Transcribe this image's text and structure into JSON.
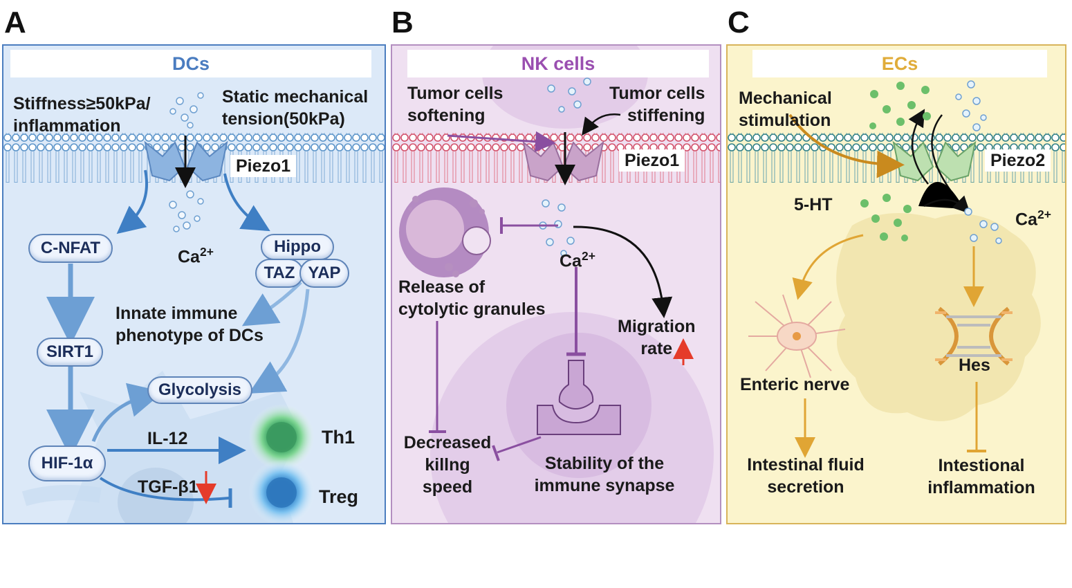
{
  "panels": [
    {
      "letter": "A",
      "title": "DCs",
      "title_color": "#4a7cc0"
    },
    {
      "letter": "B",
      "title": "NK cells",
      "title_color": "#9a4fb0"
    },
    {
      "letter": "C",
      "title": "ECs",
      "title_color": "#e0ac3a"
    }
  ],
  "panelA": {
    "stimulus_left": [
      "Stiffness≥50kPa/",
      "inflammation"
    ],
    "stimulus_right": [
      "Static mechanical",
      "tension(50kPa)"
    ],
    "channel": "Piezo1",
    "ion": "Ca",
    "ion_charge": "2+",
    "nodes": {
      "cnfat": "C-NFAT",
      "hippo": "Hippo",
      "taz": "TAZ",
      "yap": "YAP",
      "sirt1": "SIRT1",
      "glycolysis": "Glycolysis",
      "hif": "HIF-1α"
    },
    "innate": [
      "Innate immune",
      "phenotype of DCs"
    ],
    "il12": "IL-12",
    "tgf": "TGF-β1",
    "th1": "Th1",
    "treg": "Treg"
  },
  "panelB": {
    "softening": [
      "Tumor cells",
      "softening"
    ],
    "stiffening": [
      "Tumor cells",
      "stiffening"
    ],
    "channel": "Piezo1",
    "ion": "Ca",
    "ion_charge": "2+",
    "release": [
      "Release of",
      "cytolytic granules"
    ],
    "migration": [
      "Migration",
      "rate"
    ],
    "decreased": [
      "Decreased",
      "killng",
      "speed"
    ],
    "stability": [
      "Stability of the",
      "immune synapse"
    ]
  },
  "panelC": {
    "mechanical": [
      "Mechanical",
      "stimulation"
    ],
    "channel": "Piezo2",
    "serotonin": "5-HT",
    "ion": "Ca",
    "ion_charge": "2+",
    "enteric": "Enteric nerve",
    "hes": "Hes",
    "fluid": [
      "Intestinal fluid",
      "secretion"
    ],
    "inflammation": [
      "Intestional",
      "inflammation"
    ]
  },
  "colors": {
    "membrane_blue": "#5b94c9",
    "membrane_red": "#d2506a",
    "membrane_teal": "#2f7f86",
    "arrow_blue": "#3f7fc4",
    "arrow_purple": "#8a4fa0",
    "arrow_gold": "#e0a534",
    "up_arrow_red": "#e53b2a"
  }
}
